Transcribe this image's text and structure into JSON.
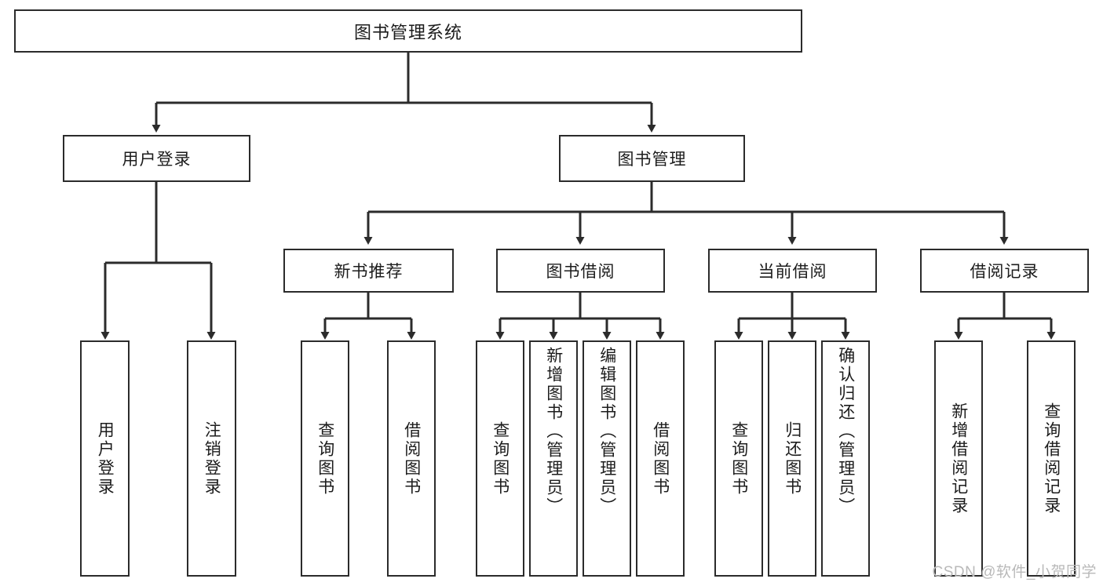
{
  "diagram": {
    "title": "图书管理系统",
    "type": "tree",
    "watermark": "CSDN @软件_小贺同学",
    "colors": {
      "box_border": "#2b2b2b",
      "box_fill": "#ffffff",
      "connector": "#2b2b2b",
      "text": "#1c1c1c",
      "watermark": "#b9b9b9"
    },
    "root": {
      "label": "图书管理系统"
    },
    "level2": [
      {
        "label": "用户登录"
      },
      {
        "label": "图书管理"
      }
    ],
    "level3": [
      {
        "label": "新书推荐"
      },
      {
        "label": "图书借阅"
      },
      {
        "label": "当前借阅"
      },
      {
        "label": "借阅记录"
      }
    ],
    "leaves": {
      "user_login": [
        {
          "label": "用户登录"
        },
        {
          "label": "注销登录"
        }
      ],
      "new_book": [
        {
          "label": "查询图书"
        },
        {
          "label": "借阅图书"
        }
      ],
      "book_borrow": [
        {
          "label": "查询图书"
        },
        {
          "label": "新增图书（管理员）"
        },
        {
          "label": "编辑图书（管理员）"
        },
        {
          "label": "借阅图书"
        }
      ],
      "current_borrow": [
        {
          "label": "查询图书"
        },
        {
          "label": "归还图书"
        },
        {
          "label": "确认归还（管理员）"
        }
      ],
      "borrow_record": [
        {
          "label": "新增借阅记录"
        },
        {
          "label": "查询借阅记录"
        }
      ]
    }
  }
}
